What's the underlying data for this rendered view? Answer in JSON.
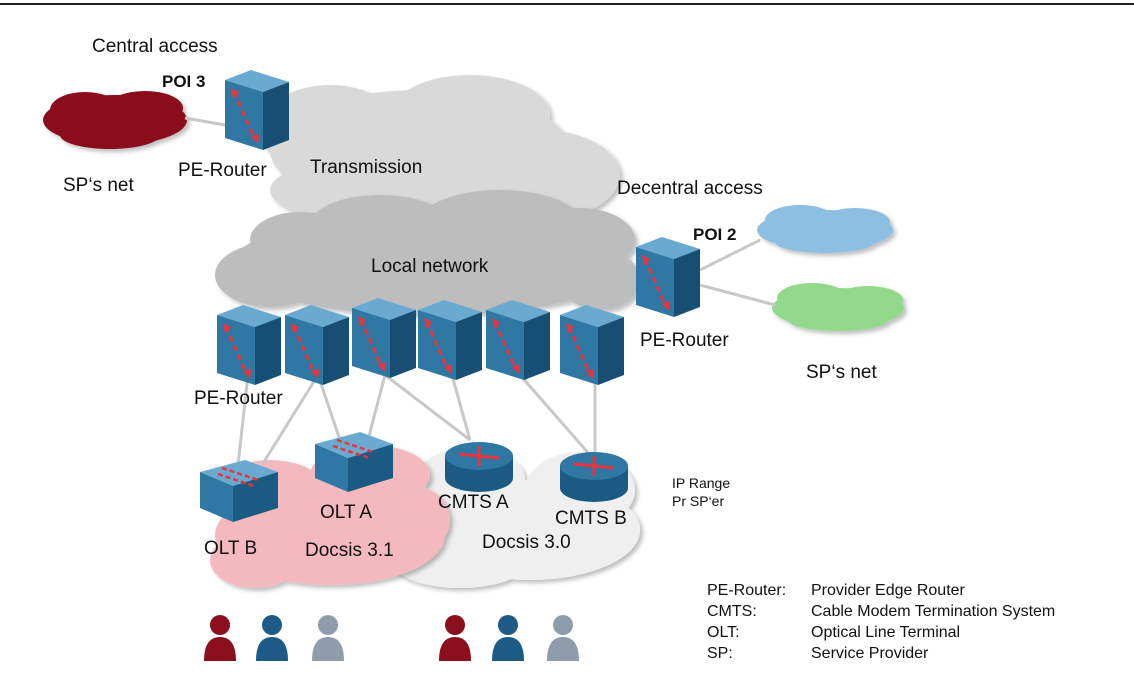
{
  "labels": {
    "central_access": "Central access",
    "poi3": "POI 3",
    "sp_net_left": "SP‘s net",
    "pe_router_top": "PE-Router",
    "transmission": "Transmission",
    "decentral_access": "Decentral access",
    "poi2": "POI 2",
    "local_network": "Local network",
    "pe_router_right": "PE-Router",
    "sp_net_right": "SP‘s net",
    "pe_router_row": "PE-Router",
    "olt_b": "OLT B",
    "olt_a": "OLT A",
    "cmts_a": "CMTS A",
    "cmts_b": "CMTS B",
    "docsis31": "Docsis 3.1",
    "docsis30": "Docsis 3.0",
    "ip_range": "IP Range",
    "pr_sper": "Pr SP‘er"
  },
  "legend": [
    {
      "key": "PE-Router:",
      "value": "Provider Edge Router"
    },
    {
      "key": "CMTS:",
      "value": "Cable Modem Termination System"
    },
    {
      "key": "OLT:",
      "value": "Optical Line Terminal"
    },
    {
      "key": "SP:",
      "value": "Service Provider"
    }
  ],
  "colors": {
    "sp_net_dark_red": "#8b0f1c",
    "sp_net_blue": "#8dbfe3",
    "sp_net_green": "#93d98b",
    "cloud_gray": "#bdbdbd",
    "cloud_light": "#d9d9d9",
    "docsis31_pink": "#f4b9be",
    "docsis30_white": "#efefef",
    "device_blue": "#2f78a3",
    "arrow_red": "#e8343e",
    "user_red": "#8b0f1c",
    "user_blue": "#1e5a86",
    "user_gray": "#8f9cab"
  },
  "icons": [
    "router-cube-icon",
    "olt-switch-icon",
    "cmts-router-icon",
    "user-icon",
    "cloud-icon"
  ]
}
